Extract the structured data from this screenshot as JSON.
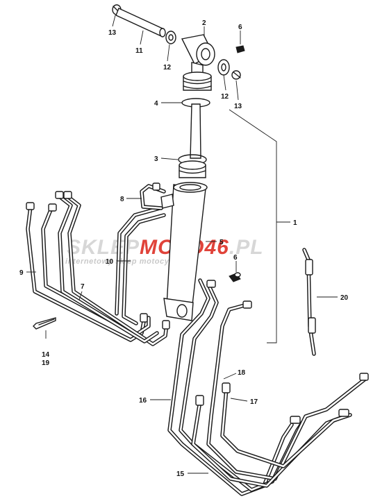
{
  "callouts": [
    {
      "id": "c2",
      "text": "2"
    },
    {
      "id": "c6a",
      "text": "6"
    },
    {
      "id": "c13a",
      "text": "13"
    },
    {
      "id": "c11",
      "text": "11"
    },
    {
      "id": "c12a",
      "text": "12"
    },
    {
      "id": "c12b",
      "text": "12"
    },
    {
      "id": "c13b",
      "text": "13"
    },
    {
      "id": "c4",
      "text": "4"
    },
    {
      "id": "c3",
      "text": "3"
    },
    {
      "id": "c8",
      "text": "8"
    },
    {
      "id": "c1",
      "text": "1"
    },
    {
      "id": "c5",
      "text": "5"
    },
    {
      "id": "c10",
      "text": "10"
    },
    {
      "id": "c9",
      "text": "9"
    },
    {
      "id": "c6b",
      "text": "6"
    },
    {
      "id": "c7",
      "text": "7"
    },
    {
      "id": "c20",
      "text": "20"
    },
    {
      "id": "c14",
      "text": "14"
    },
    {
      "id": "c19",
      "text": "19"
    },
    {
      "id": "c18",
      "text": "18"
    },
    {
      "id": "c16",
      "text": "16"
    },
    {
      "id": "c17",
      "text": "17"
    },
    {
      "id": "c15",
      "text": "15"
    }
  ],
  "watermark": {
    "brand_a": "SKLEP",
    "brand_b": "MOTO",
    "brand_c": "46",
    "brand_d": ".PL",
    "tagline": "internetowy sklep motocyklowy",
    "brand_color": "#d7d7d7",
    "accent_color": "#e0433a"
  }
}
